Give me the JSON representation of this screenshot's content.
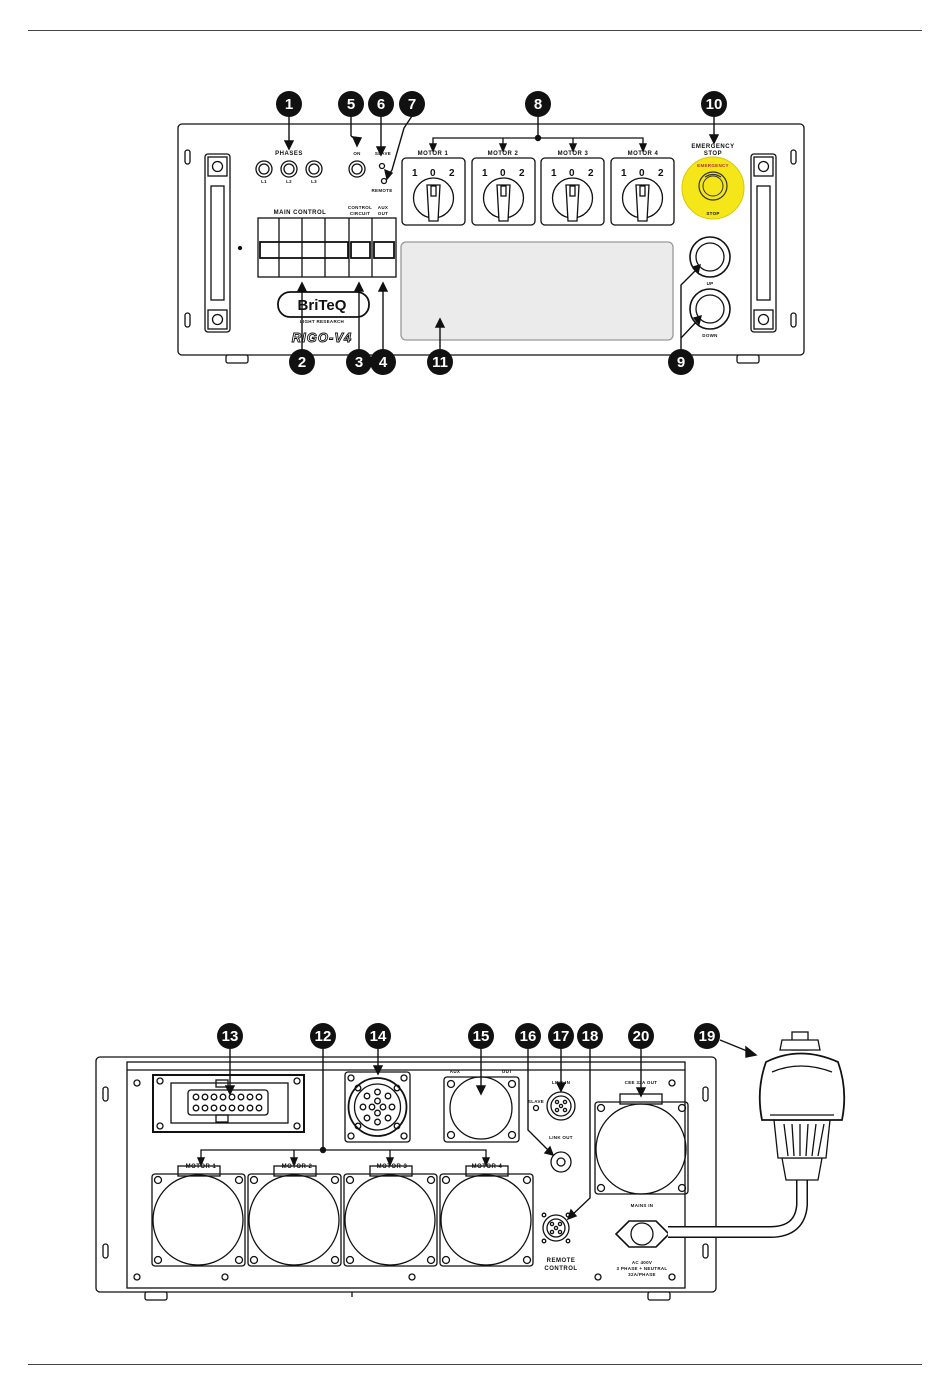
{
  "front_panel": {
    "phases_label": "PHASES",
    "phase_l1": "L1",
    "phase_l2": "L2",
    "phase_l3": "L3",
    "on_label": "ON",
    "slave_label": "SLAVE",
    "remote_label": "REMOTE",
    "main_control_label": "MAIN CONTROL",
    "control_circuit_line1": "CONTROL",
    "control_circuit_line2": "CIRCUIT",
    "aux_out_line1": "AUX",
    "aux_out_line2": "OUT",
    "motors": [
      "MOTOR 1",
      "MOTOR 2",
      "MOTOR 3",
      "MOTOR 4"
    ],
    "switch_positions": [
      "1",
      "0",
      "2"
    ],
    "emergency_line1": "EMERGENCY",
    "emergency_line2": "STOP",
    "estop_ring_text": "EMERGENCY",
    "estop_stop_text": "STOP",
    "up_label": "UP",
    "down_label": "DOWN",
    "brand": "BriTeQ",
    "brand_tagline": "LIGHT RESEARCH",
    "model": "RIGO-V4"
  },
  "rear_panel": {
    "motors": [
      "MOTOR 1",
      "MOTOR 2",
      "MOTOR 3",
      "MOTOR 4"
    ],
    "aux_label": "AUX",
    "out_label": "OUT",
    "link_in_label": "LINK IN",
    "slave_label": "SLAVE",
    "link_out_label": "LINK OUT",
    "remote_line1": "REMOTE",
    "remote_line2": "CONTROL",
    "cee_out_label": "CEE 32A OUT",
    "mains_in_label": "MAINS IN",
    "mains_spec_line1": "AC 400V",
    "mains_spec_line2": "3 PHASE + NEUTRAL",
    "mains_spec_line3": "32A/PHASE"
  },
  "callouts": [
    "1",
    "2",
    "3",
    "4",
    "5",
    "6",
    "7",
    "8",
    "9",
    "10",
    "11",
    "12",
    "13",
    "14",
    "15",
    "16",
    "17",
    "18",
    "19",
    "20"
  ],
  "colors": {
    "estop_yellow": "#f5e61a",
    "line": "#111111",
    "screen": "#ebebeb"
  }
}
